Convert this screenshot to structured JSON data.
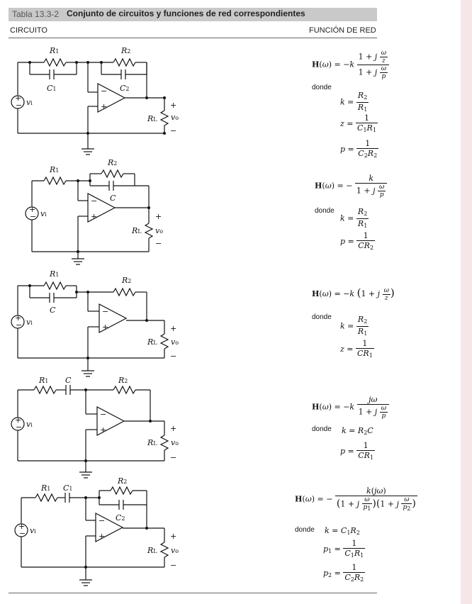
{
  "table": {
    "number": "Tabla 13.3-2",
    "title": "Conjunto de circuitos y funciones de red correspondientes",
    "col_circuit": "CIRCUITO",
    "col_function": "FUNCIÓN DE RED"
  },
  "labels": {
    "donde": "donde",
    "vi": "v",
    "vo": "v",
    "RL": "R",
    "plus": "+",
    "minus": "−"
  },
  "rows": [
    {
      "components": [
        "R1",
        "C1",
        "R2",
        "C2"
      ],
      "H": "H(ω) = −k",
      "H_num": "1 + j ω/z",
      "H_den": "1 + j ω/p",
      "defs": [
        "k = R2/R1",
        "z = 1/(C1R1)",
        "p = 1/(C2R2)"
      ]
    },
    {
      "components": [
        "R1",
        "R2",
        "C"
      ],
      "H": "H(ω) = −",
      "H_num": "k",
      "H_den": "1 + j ω/p",
      "defs": [
        "k = R2/R1",
        "p = 1/(CR2)"
      ]
    },
    {
      "components": [
        "R1",
        "C",
        "R2"
      ],
      "H": "H(ω) = −k (1 + j ω/z)",
      "defs": [
        "k = R2/R1",
        "z = 1/(CR1)"
      ]
    },
    {
      "components": [
        "R1",
        "C",
        "R2"
      ],
      "H": "H(ω) = −k",
      "H_num": "jω",
      "H_den": "1 + j ω/p",
      "defs": [
        "k = R2C",
        "p = 1/(CR1)"
      ]
    },
    {
      "components": [
        "R1",
        "C1",
        "R2",
        "C2"
      ],
      "H": "H(ω) = −",
      "H_num": "k(jω)",
      "H_den": "(1 + j ω/p1)(1 + j ω/p2)",
      "defs": [
        "k = C1R2",
        "p1 = 1/(C1R1)",
        "p2 = 1/(C2R2)"
      ]
    }
  ]
}
